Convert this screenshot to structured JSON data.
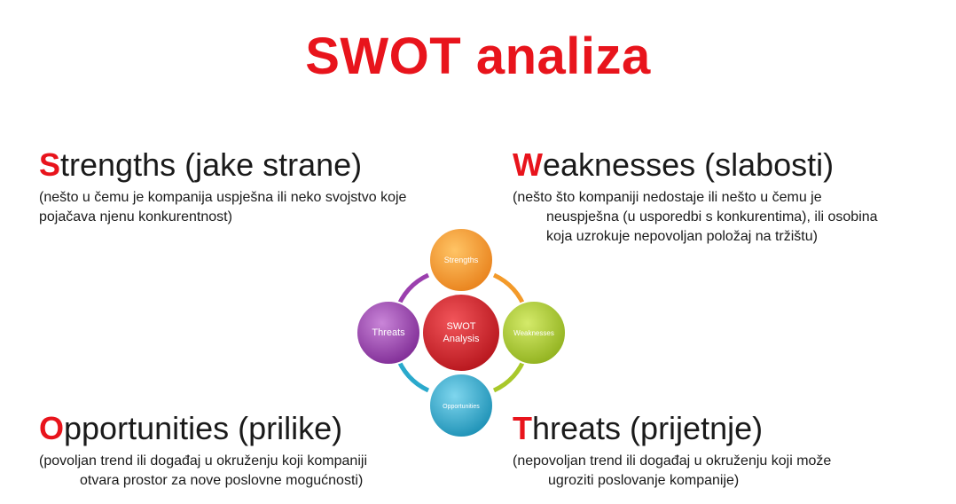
{
  "title": "SWOT analiza",
  "strengths": {
    "initial": "S",
    "rest": "trengths (jake strane)",
    "desc_line1": "(nešto u čemu je kompanija uspješna ili neko svojstvo koje",
    "desc_line2": "pojačava njenu konkurentnost)"
  },
  "weaknesses": {
    "initial": "W",
    "rest": "eaknesses (slabosti)",
    "desc_line1": "(nešto što kompaniji nedostaje ili nešto u čemu je",
    "desc_line2": "neuspješna (u usporedbi s konkurentima), ili osobina",
    "desc_line3": "koja uzrokuje nepovoljan položaj na tržištu)"
  },
  "opportunities": {
    "initial": "O",
    "rest": "pportunities (prilike)",
    "desc_line1": "(povoljan trend ili događaj u okruženju koji kompaniji",
    "desc_line2": "otvara prostor za nove poslovne mogućnosti)"
  },
  "threats": {
    "initial": "T",
    "rest": "hreats (prijetnje)",
    "desc_line1": "(nepovoljan trend ili događaj u okruženju koji može",
    "desc_line2": "ugroziti poslovanje kompanije)"
  },
  "diagram": {
    "center_line1": "SWOT",
    "center_line2": "Analysis",
    "top": "Strengths",
    "right": "Weaknesses",
    "bottom": "Opportunities",
    "left": "Threats",
    "colors": {
      "center": "#d9232a",
      "strengths": "#f39a2a",
      "weaknesses": "#a9c82a",
      "opportunities": "#2aa9cc",
      "threats": "#9b3fae",
      "title_red": "#e8141c"
    }
  }
}
